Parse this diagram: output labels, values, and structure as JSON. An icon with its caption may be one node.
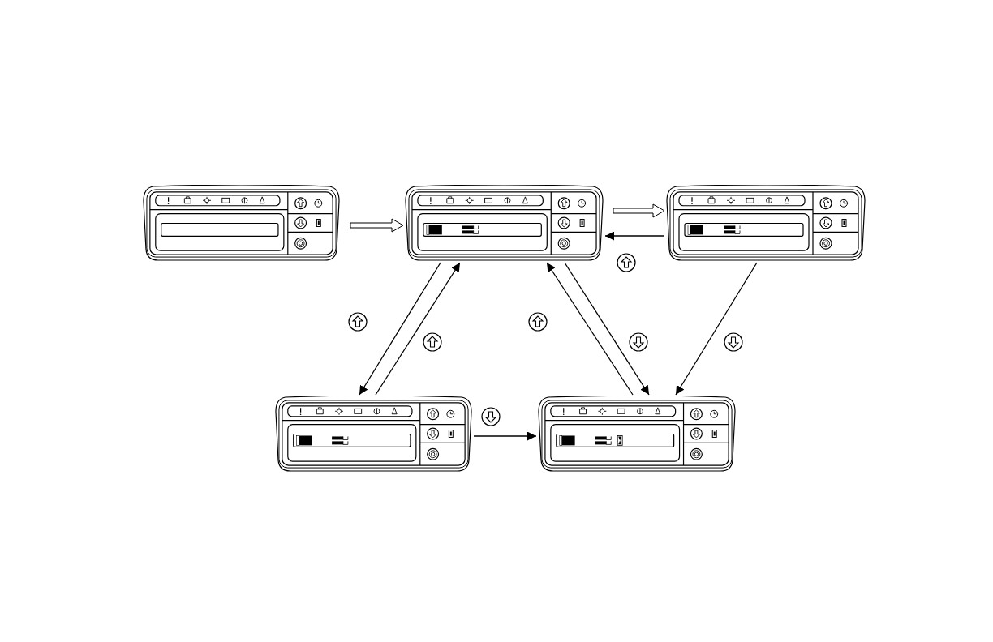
{
  "diagram": {
    "nodes": [
      {
        "text": [],
        "shape": "picture"
      },
      {
        "text": [],
        "shape": "picture"
      },
      {
        "text": [],
        "shape": "picture"
      },
      {
        "text": [],
        "shape": "picture"
      },
      {
        "text": [],
        "shape": "picture"
      }
    ],
    "edges": [
      {
        "from": 0,
        "to": 1,
        "arrow": "to"
      },
      {
        "from": 1,
        "to": 2,
        "arrow": "to"
      },
      {
        "from": 2,
        "to": 1,
        "arrow": "to"
      },
      {
        "from": 1,
        "to": 3,
        "arrow": "to"
      },
      {
        "from": 3,
        "to": 1,
        "arrow": "to"
      },
      {
        "from": 4,
        "to": 1,
        "arrow": "to"
      },
      {
        "from": 1,
        "to": 4,
        "arrow": "to"
      },
      {
        "from": 2,
        "to": 4,
        "arrow": "to"
      },
      {
        "from": 3,
        "to": 4,
        "arrow": "to"
      }
    ]
  }
}
